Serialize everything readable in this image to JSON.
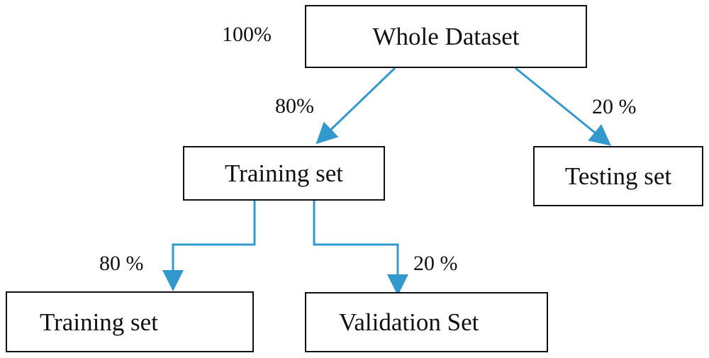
{
  "diagram": {
    "accent_color": "#3399cc",
    "nodes": {
      "whole_dataset": "Whole Dataset",
      "training_set": "Training set",
      "testing_set": "Testing set",
      "training_subset": "Training set",
      "validation_set": "Validation Set"
    },
    "edge_labels": {
      "whole": "100%",
      "to_training": "80%",
      "to_testing": "20 %",
      "to_training_subset": "80 %",
      "to_validation": "20 %"
    }
  }
}
